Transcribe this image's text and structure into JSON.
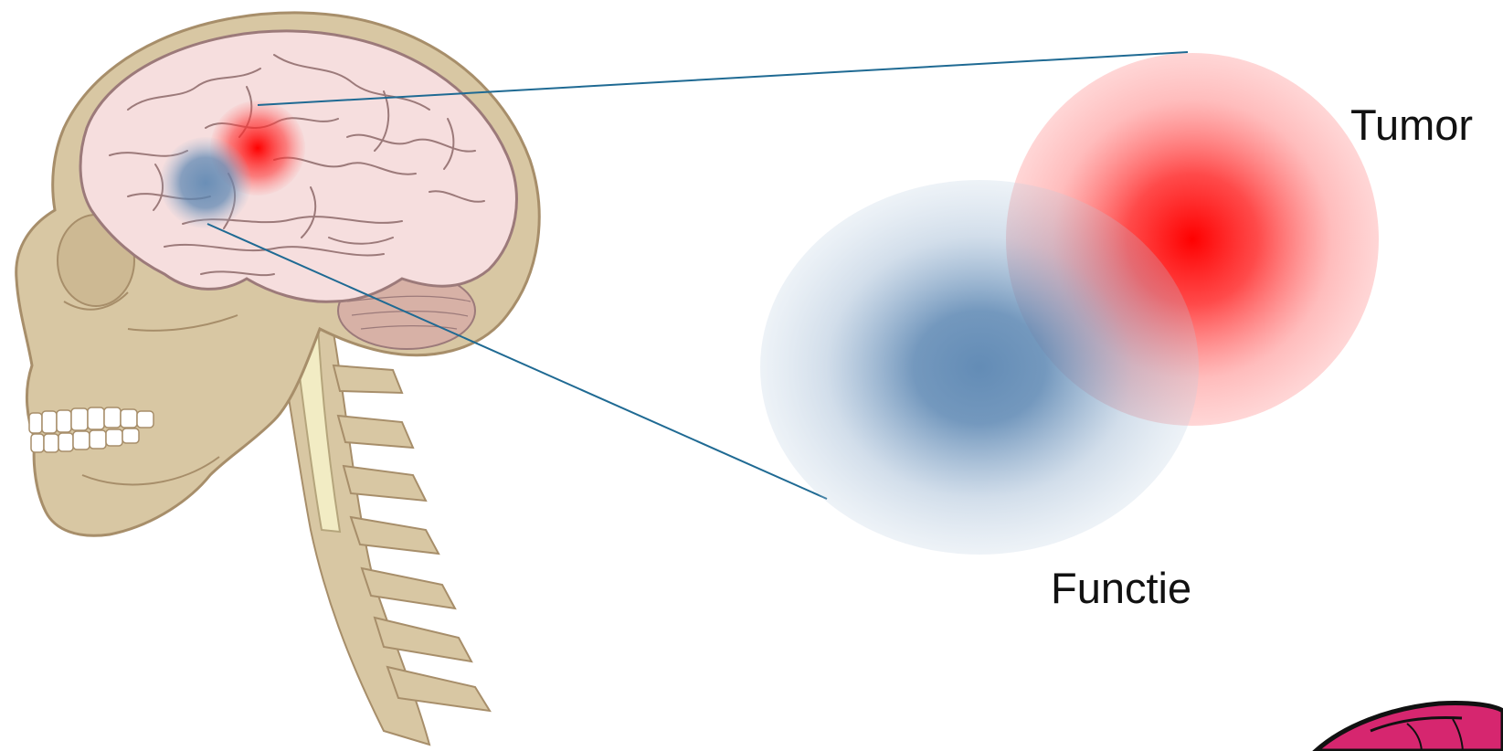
{
  "labels": {
    "tumor": "Tumor",
    "functie": "Functie"
  },
  "colors": {
    "tumor": "#ff0000",
    "function": "#5b86b2",
    "connector": "#1f6a93",
    "skull": "#d8c7a3",
    "skull_outline": "#a78e6a",
    "brain": "#f6dede",
    "brain_outline": "#9c7a7a",
    "spine": "#f2ecc4",
    "cerebellum": "#d7b1a6",
    "corner_object": "#d6266f"
  },
  "icons": {
    "head": "skull-brain-illustration",
    "corner": "magenta-cap-shape"
  }
}
